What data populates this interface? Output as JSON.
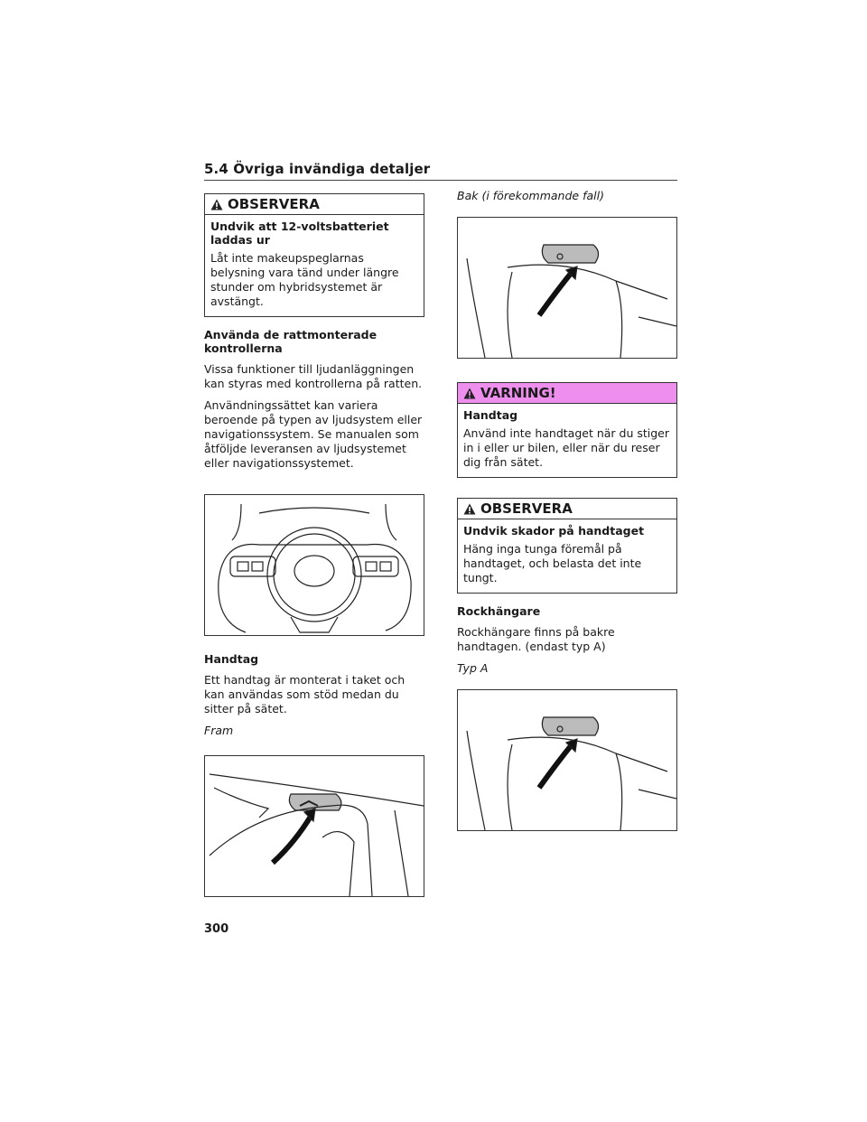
{
  "header": {
    "section_title": "5.4  Övriga invändiga detaljer"
  },
  "left": {
    "notice": {
      "label": "OBSERVERA",
      "subtitle": "Undvik att 12-voltsbatteriet laddas ur",
      "text": "Låt inte makeupspeglarnas belysning vara tänd under längre stunder om hybridsystemet är avstängt."
    },
    "heading_controls": "Använda de rattmonterade kontrollerna",
    "para1": "Vissa funktioner till ljudanläggningen kan styras med kontrollerna på ratten.",
    "para2": "Användningssättet kan variera beroende på typen av ljudsystem eller navigationssystem. Se manualen som åtföljde leveransen av ljudsystemet eller navigationssystemet.",
    "heading_handle": "Handtag",
    "para3": "Ett handtag är monterat i taket och kan användas som stöd medan du sitter på sätet.",
    "caption_front": "Fram"
  },
  "right": {
    "caption_rear": "Bak (i förekommande fall)",
    "warning": {
      "label": "VARNING!",
      "subtitle": "Handtag",
      "text": "Använd inte handtaget när du stiger in i eller ur bilen, eller när du reser dig från sätet."
    },
    "notice2": {
      "label": "OBSERVERA",
      "subtitle": "Undvik skador på handtaget",
      "text": "Häng inga tunga föremål på handtaget, och belasta det inte tungt."
    },
    "heading_hanger": "Rockhängare",
    "para_hanger": "Rockhängare finns på bakre handtagen. (endast typ A)",
    "caption_typea": "Typ A"
  },
  "footer": {
    "page_number": "300"
  },
  "icons": {
    "notice": "caution-triangle-icon",
    "warning": "warning-triangle-icon"
  },
  "colors": {
    "warning_bg": "#ee8fee"
  }
}
